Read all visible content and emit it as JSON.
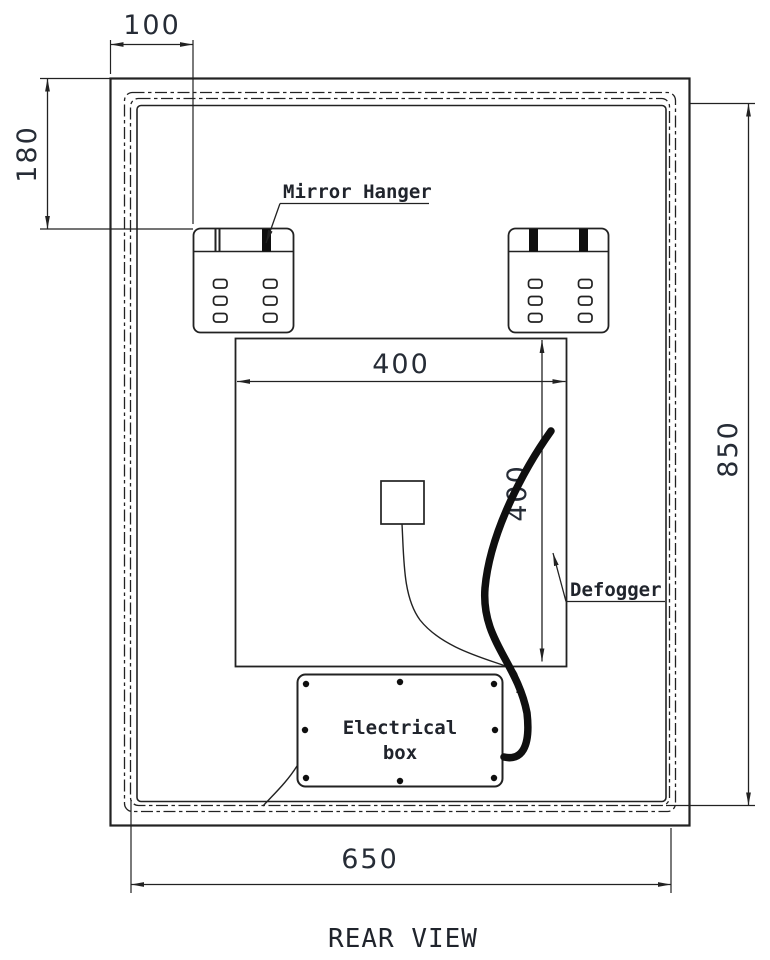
{
  "drawing_title": "REAR VIEW",
  "dimensions": {
    "hanger_offset_from_edge": "100",
    "hanger_offset_from_top": "180",
    "defogger_width": "400",
    "defogger_height": "400",
    "mirror_height": "850",
    "mirror_width": "650"
  },
  "labels": {
    "mirror_hanger": "Mirror Hanger",
    "defogger": "Defogger",
    "electrical_box_line1": "Electrical",
    "electrical_box_line2": "box"
  },
  "colors": {
    "line": "#222222",
    "text": "#262c36",
    "cable": "#0f0f0f",
    "paper": "#ffffff"
  }
}
